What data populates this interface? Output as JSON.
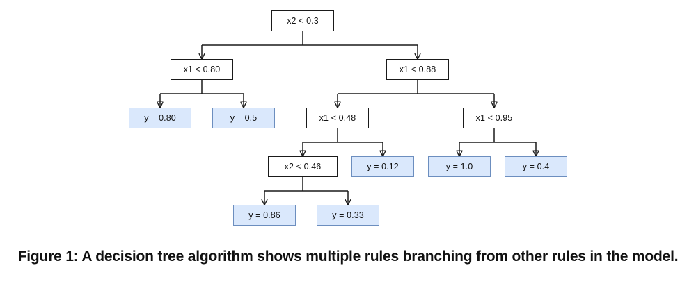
{
  "figure": {
    "caption": "Figure 1: A decision tree algorithm shows multiple rules branching from other rules in the model."
  },
  "colors": {
    "leaf_fill": "#dae8fc",
    "leaf_border": "#6c8ebf",
    "decision_fill": "#ffffff",
    "decision_border": "#1a1a1a",
    "line": "#1a1a1a",
    "caption_text": "#111111"
  },
  "tree": {
    "type": "decision-tree",
    "root": {
      "label": "x2 < 0.3",
      "type": "decision",
      "children": [
        {
          "label": "x1 < 0.80",
          "type": "decision",
          "children": [
            {
              "label": "y = 0.80",
              "type": "leaf"
            },
            {
              "label": "y = 0.5",
              "type": "leaf"
            }
          ]
        },
        {
          "label": "x1 < 0.88",
          "type": "decision",
          "children": [
            {
              "label": "x1 < 0.48",
              "type": "decision",
              "children": [
                {
                  "label": "x2 < 0.46",
                  "type": "decision",
                  "children": [
                    {
                      "label": "y = 0.86",
                      "type": "leaf"
                    },
                    {
                      "label": "y = 0.33",
                      "type": "leaf"
                    }
                  ]
                },
                {
                  "label": "y = 0.12",
                  "type": "leaf"
                }
              ]
            },
            {
              "label": "x1 < 0.95",
              "type": "decision",
              "children": [
                {
                  "label": "y = 1.0",
                  "type": "leaf"
                },
                {
                  "label": "y = 0.4",
                  "type": "leaf"
                }
              ]
            }
          ]
        }
      ]
    }
  }
}
